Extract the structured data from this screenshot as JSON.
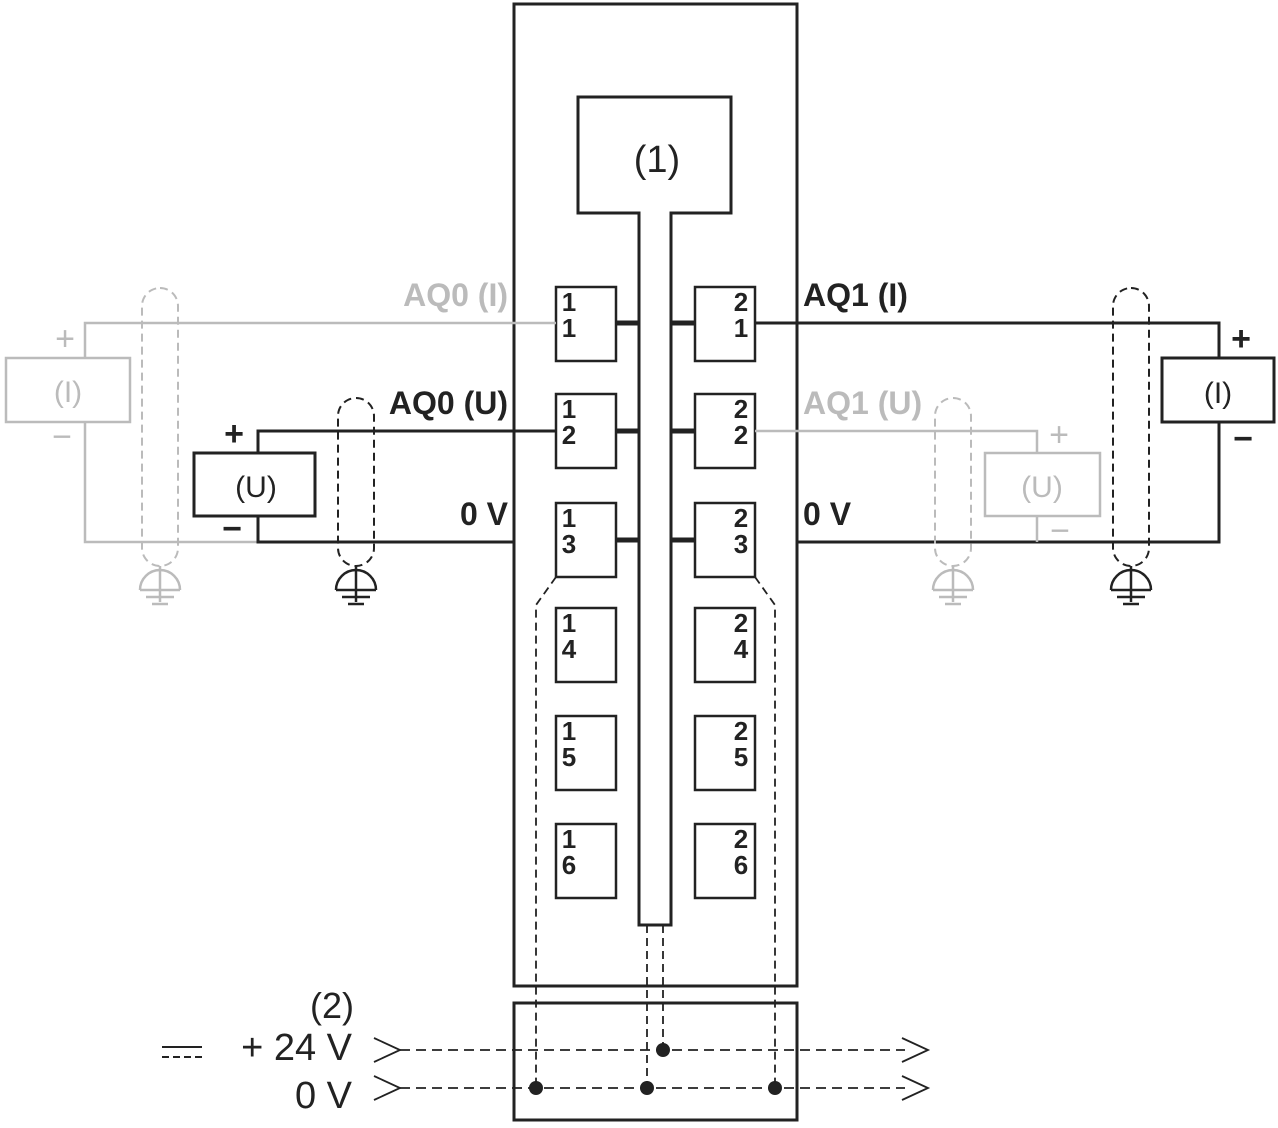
{
  "colors": {
    "active": "#222222",
    "inactive": "#bbbbbb",
    "background": "#ffffff"
  },
  "callouts": {
    "internal": "(1)",
    "supply": "(2)"
  },
  "channels": {
    "aq0_current": "AQ0 (I)",
    "aq0_voltage": "AQ0 (U)",
    "aq1_current": "AQ1 (I)",
    "aq1_voltage": "AQ1 (U)"
  },
  "zero_volt": {
    "left": "0 V",
    "right": "0 V"
  },
  "loads": {
    "left_current": "(I)",
    "left_voltage": "(U)",
    "right_current": "(I)",
    "right_voltage": "(U)"
  },
  "polarity": {
    "plus": "+",
    "minus": "−"
  },
  "terminals": {
    "left": [
      [
        "1",
        "1"
      ],
      [
        "1",
        "2"
      ],
      [
        "1",
        "3"
      ],
      [
        "1",
        "4"
      ],
      [
        "1",
        "5"
      ],
      [
        "1",
        "6"
      ]
    ],
    "right": [
      [
        "2",
        "1"
      ],
      [
        "2",
        "2"
      ],
      [
        "2",
        "3"
      ],
      [
        "2",
        "4"
      ],
      [
        "2",
        "5"
      ],
      [
        "2",
        "6"
      ]
    ]
  },
  "supply": {
    "plus24": "+ 24 V",
    "zero": "0 V",
    "dc_symbol": "DC"
  }
}
